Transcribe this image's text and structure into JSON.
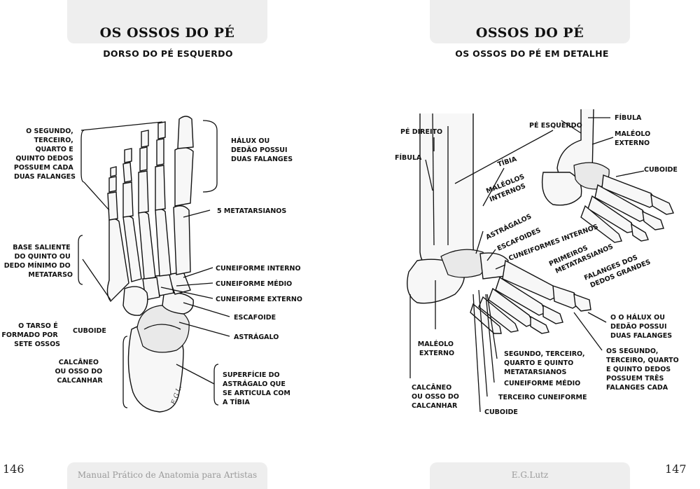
{
  "left_page": {
    "title": "OS OSSOS DO PÉ",
    "subtitle": "DORSO DO PÉ ESQUERDO",
    "labels": {
      "segundo": [
        "O SEGUNDO,",
        "TERCEIRO,",
        "QUARTO E",
        "QUINTO DEDOS",
        "POSSUEM CADA",
        "DUAS FALANGES"
      ],
      "halux": [
        "HÁLUX OU",
        "DEDÃO POSSUI",
        "DUAS FALANGES"
      ],
      "metatarsianos": "5 METATARSIANOS",
      "base": [
        "BASE SALIENTE",
        "DO QUINTO OU",
        "DEDO MÍNIMO DO",
        "METATARSO"
      ],
      "cuneiforme_interno": "CUNEIFORME INTERNO",
      "cuneiforme_medio": "CUNEIFORME MÉDIO",
      "cuneiforme_externo": "CUNEIFORME EXTERNO",
      "escafoide": "ESCAFOIDE",
      "tarso": [
        "O TARSO É",
        "FORMADO POR",
        "SETE OSSOS"
      ],
      "cuboide": "CUBOIDE",
      "astragalo": "ASTRÁGALO",
      "calcaneo": [
        "CALCÂNEO",
        "OU OSSO DO",
        "CALCANHAR"
      ],
      "superficie": [
        "SUPERFÍCIE DO",
        "ASTRÁGALO QUE",
        "SE ARTICULA COM",
        "A TÍBIA"
      ]
    },
    "footer": "Manual Prático de Anatomia para Artistas",
    "page_number": "146"
  },
  "right_page": {
    "title": "OSSOS DO PÉ",
    "subtitle": "OS OSSOS DO PÉ EM DETALHE",
    "labels": {
      "pe_direito": "PÉ DIREITO",
      "fibula_left": "FÍBULA",
      "pe_esquerdo": "PÉ ESQUERDO",
      "fibula_right": "FÍBULA",
      "maleolo_externo_top": [
        "MALÉOLO",
        "EXTERNO"
      ],
      "tibia": "TÍBIA",
      "cuboide_top": "CUBOIDE",
      "maleolos_internos": [
        "MALÉOLOS",
        "INTERNOS"
      ],
      "astragalos": "ASTRÁGALOS",
      "escafoides": "ESCAFOIDES",
      "cuneiformes_internos": "CUNEIFORMES INTERNOS",
      "primeiros_metatarsianos": [
        "PRIMEIROS",
        "METATARSIANOS"
      ],
      "falanges_dedos": [
        "FALANGES DOS",
        "DEDOS GRANDES"
      ],
      "halux": [
        "O O HÁLUX OU",
        "DEDÃO POSSUI",
        "DUAS FALANGES"
      ],
      "maleolo_externo": [
        "MALÉOLO",
        "EXTERNO"
      ],
      "segundo_metatarsianos": [
        "SEGUNDO, TERCEIRO,",
        "QUARTO E QUINTO",
        "METATARSIANOS"
      ],
      "os_segundo": [
        "OS SEGUNDO,",
        "TERCEIRO, QUARTO",
        "E QUINTO DEDOS",
        "POSSUEM TRÊS",
        "FALANGES CADA"
      ],
      "cuneiforme_medio": "CUNEIFORME MÉDIO",
      "calcaneo": [
        "CALCÂNEO",
        "OU OSSO DO",
        "CALCANHAR"
      ],
      "terceiro_cuneiforme": "TERCEIRO CUNEIFORME",
      "cuboide_bottom": "CUBOIDE"
    },
    "footer": "E.G.Lutz",
    "page_number": "147"
  },
  "signature": "E.G.L."
}
